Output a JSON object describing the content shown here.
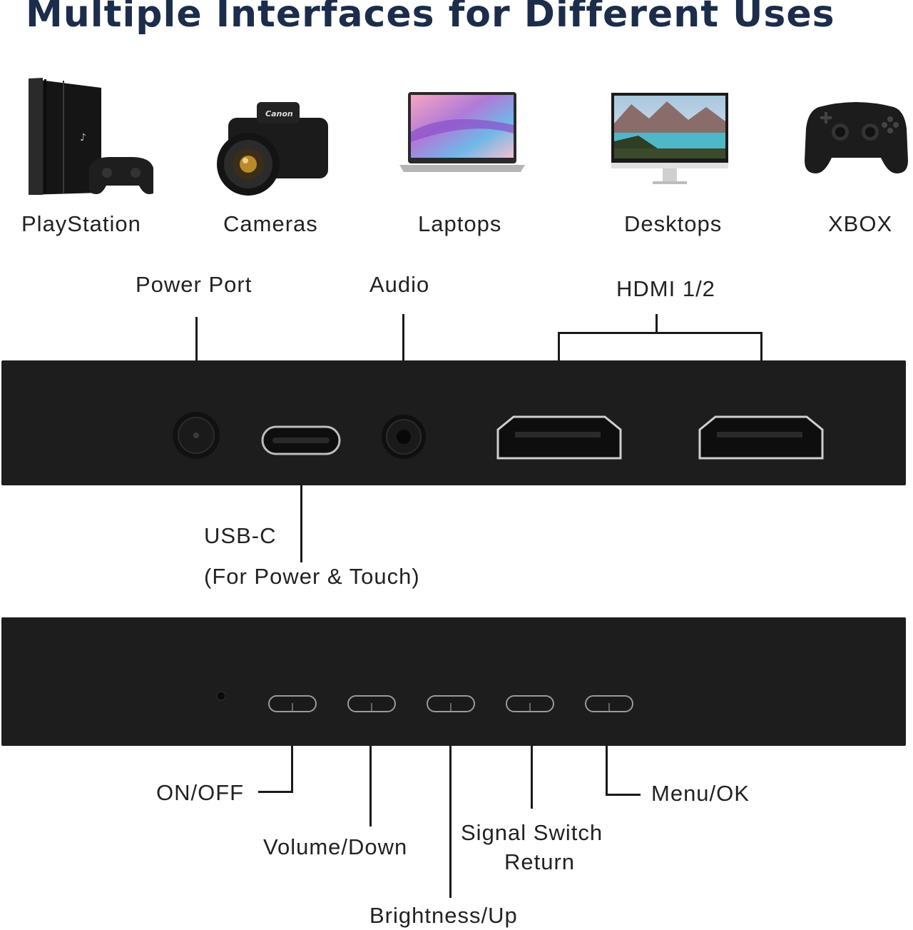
{
  "title": "Multiple Interfaces for Different Uses",
  "devices": [
    {
      "label": "PlayStation",
      "icon": "playstation-console-icon"
    },
    {
      "label": "Cameras",
      "icon": "camera-icon"
    },
    {
      "label": "Laptops",
      "icon": "laptop-icon"
    },
    {
      "label": "Desktops",
      "icon": "desktop-monitor-icon"
    },
    {
      "label": "XBOX",
      "icon": "game-controller-icon"
    }
  ],
  "ports": {
    "power_port": "Power Port",
    "audio": "Audio",
    "hdmi": "HDMI 1/2",
    "usbc": "USB-C",
    "usbc_note": "(For Power & Touch)"
  },
  "buttons": {
    "on_off": "ON/OFF",
    "volume_down": "Volume/Down",
    "brightness_up": "Brightness/Up",
    "signal_switch": "Signal Switch",
    "return": "Return",
    "menu_ok": "Menu/OK"
  },
  "colors": {
    "title": "#1b2d4a",
    "panel": "#1d1d1d",
    "text": "#222222"
  }
}
